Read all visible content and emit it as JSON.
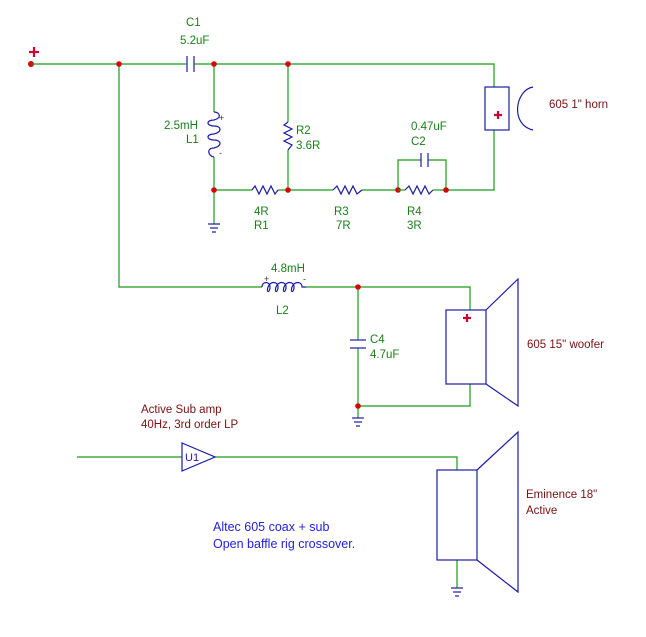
{
  "components": {
    "c1": {
      "ref": "C1",
      "value": "5.2uF"
    },
    "l1": {
      "ref": "L1",
      "value": "2.5mH"
    },
    "r2": {
      "ref": "R2",
      "value": "3.6R"
    },
    "c2": {
      "ref": "C2",
      "value": "0.47uF"
    },
    "r1": {
      "ref": "R1",
      "value": "4R"
    },
    "r3": {
      "ref": "R3",
      "value": "7R"
    },
    "r4": {
      "ref": "R4",
      "value": "3R"
    },
    "l2": {
      "ref": "L2",
      "value": "4.8mH"
    },
    "c4": {
      "ref": "C4",
      "value": "4.7uF"
    },
    "u1": {
      "ref": "U1"
    }
  },
  "speakers": {
    "horn": "605 1\" horn",
    "woofer": "605 15\" woofer",
    "sub_line1": "Eminence 18\"",
    "sub_line2": "Active"
  },
  "sub_amp": {
    "line1": "Active Sub amp",
    "line2": "40Hz, 3rd order LP"
  },
  "title": {
    "line1": "Altec 605 coax + sub",
    "line2": "Open baffle rig crossover."
  },
  "colors": {
    "wire": "#1a9a1a",
    "node": "#dd0000",
    "component": "#1a1aaa",
    "value_text": "#1a7f1a",
    "name_text": "#7a1010",
    "note_text": "#2222dd"
  }
}
